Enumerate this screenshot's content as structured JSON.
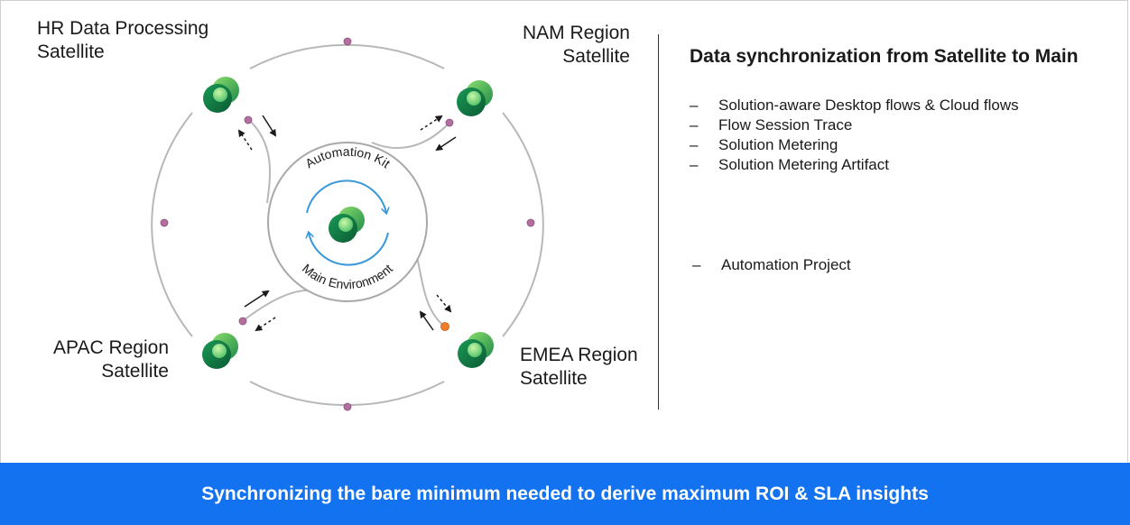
{
  "diagram": {
    "center": {
      "top_label": "Automation Kit",
      "bottom_label": "Main Environment"
    },
    "satellites": {
      "hr": [
        "HR Data Processing",
        "Satellite"
      ],
      "nam": [
        "NAM Region",
        "Satellite"
      ],
      "apac": [
        "APAC Region",
        "Satellite"
      ],
      "emea": [
        "EMEA Region",
        "Satellite"
      ]
    },
    "colors": {
      "ring": "#b8b8b8",
      "node_purple": "#b46fa0",
      "node_orange": "#f07d2c",
      "sync_arrow": "#3a9ad9",
      "logo_dark": "#0b5a33",
      "logo_mid": "#1e8a4a",
      "logo_light": "#9fe07a"
    }
  },
  "info": {
    "title": "Data synchronization from Satellite to Main",
    "dash": "–",
    "items": [
      "Solution-aware Desktop flows & Cloud flows",
      "Flow Session Trace",
      "Solution Metering",
      "Solution Metering Artifact"
    ],
    "extra_items": [
      "Automation Project"
    ]
  },
  "banner": {
    "text": "Synchronizing the bare minimum needed to derive maximum ROI & SLA insights"
  }
}
